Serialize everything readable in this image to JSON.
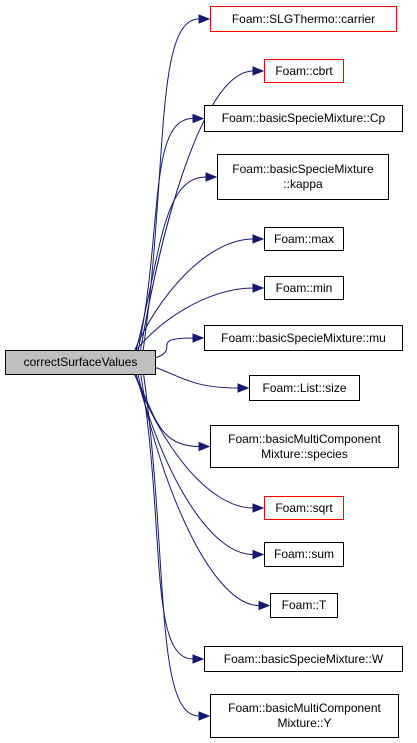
{
  "graph": {
    "root": {
      "label": "correctSurfaceValues"
    },
    "nodes": [
      {
        "label": "Foam::SLGThermo::carrier",
        "border": "#ff0000"
      },
      {
        "label": "Foam::cbrt",
        "border": "#ff0000"
      },
      {
        "label": "Foam::basicSpecieMixture::Cp",
        "border": "#000000"
      },
      {
        "label": "Foam::basicSpecieMixture\n::kappa",
        "border": "#000000"
      },
      {
        "label": "Foam::max",
        "border": "#000000"
      },
      {
        "label": "Foam::min",
        "border": "#000000"
      },
      {
        "label": "Foam::basicSpecieMixture::mu",
        "border": "#000000"
      },
      {
        "label": "Foam::List::size",
        "border": "#000000"
      },
      {
        "label": "Foam::basicMultiComponent\nMixture::species",
        "border": "#000000"
      },
      {
        "label": "Foam::sqrt",
        "border": "#ff0000"
      },
      {
        "label": "Foam::sum",
        "border": "#000000"
      },
      {
        "label": "Foam::T",
        "border": "#000000"
      },
      {
        "label": "Foam::basicSpecieMixture::W",
        "border": "#000000"
      },
      {
        "label": "Foam::basicMultiComponent\nMixture::Y",
        "border": "#000000"
      }
    ],
    "colors": {
      "edge": "#191970",
      "root_fill": "#bfbfbf",
      "highlight": "#ff0000"
    }
  }
}
